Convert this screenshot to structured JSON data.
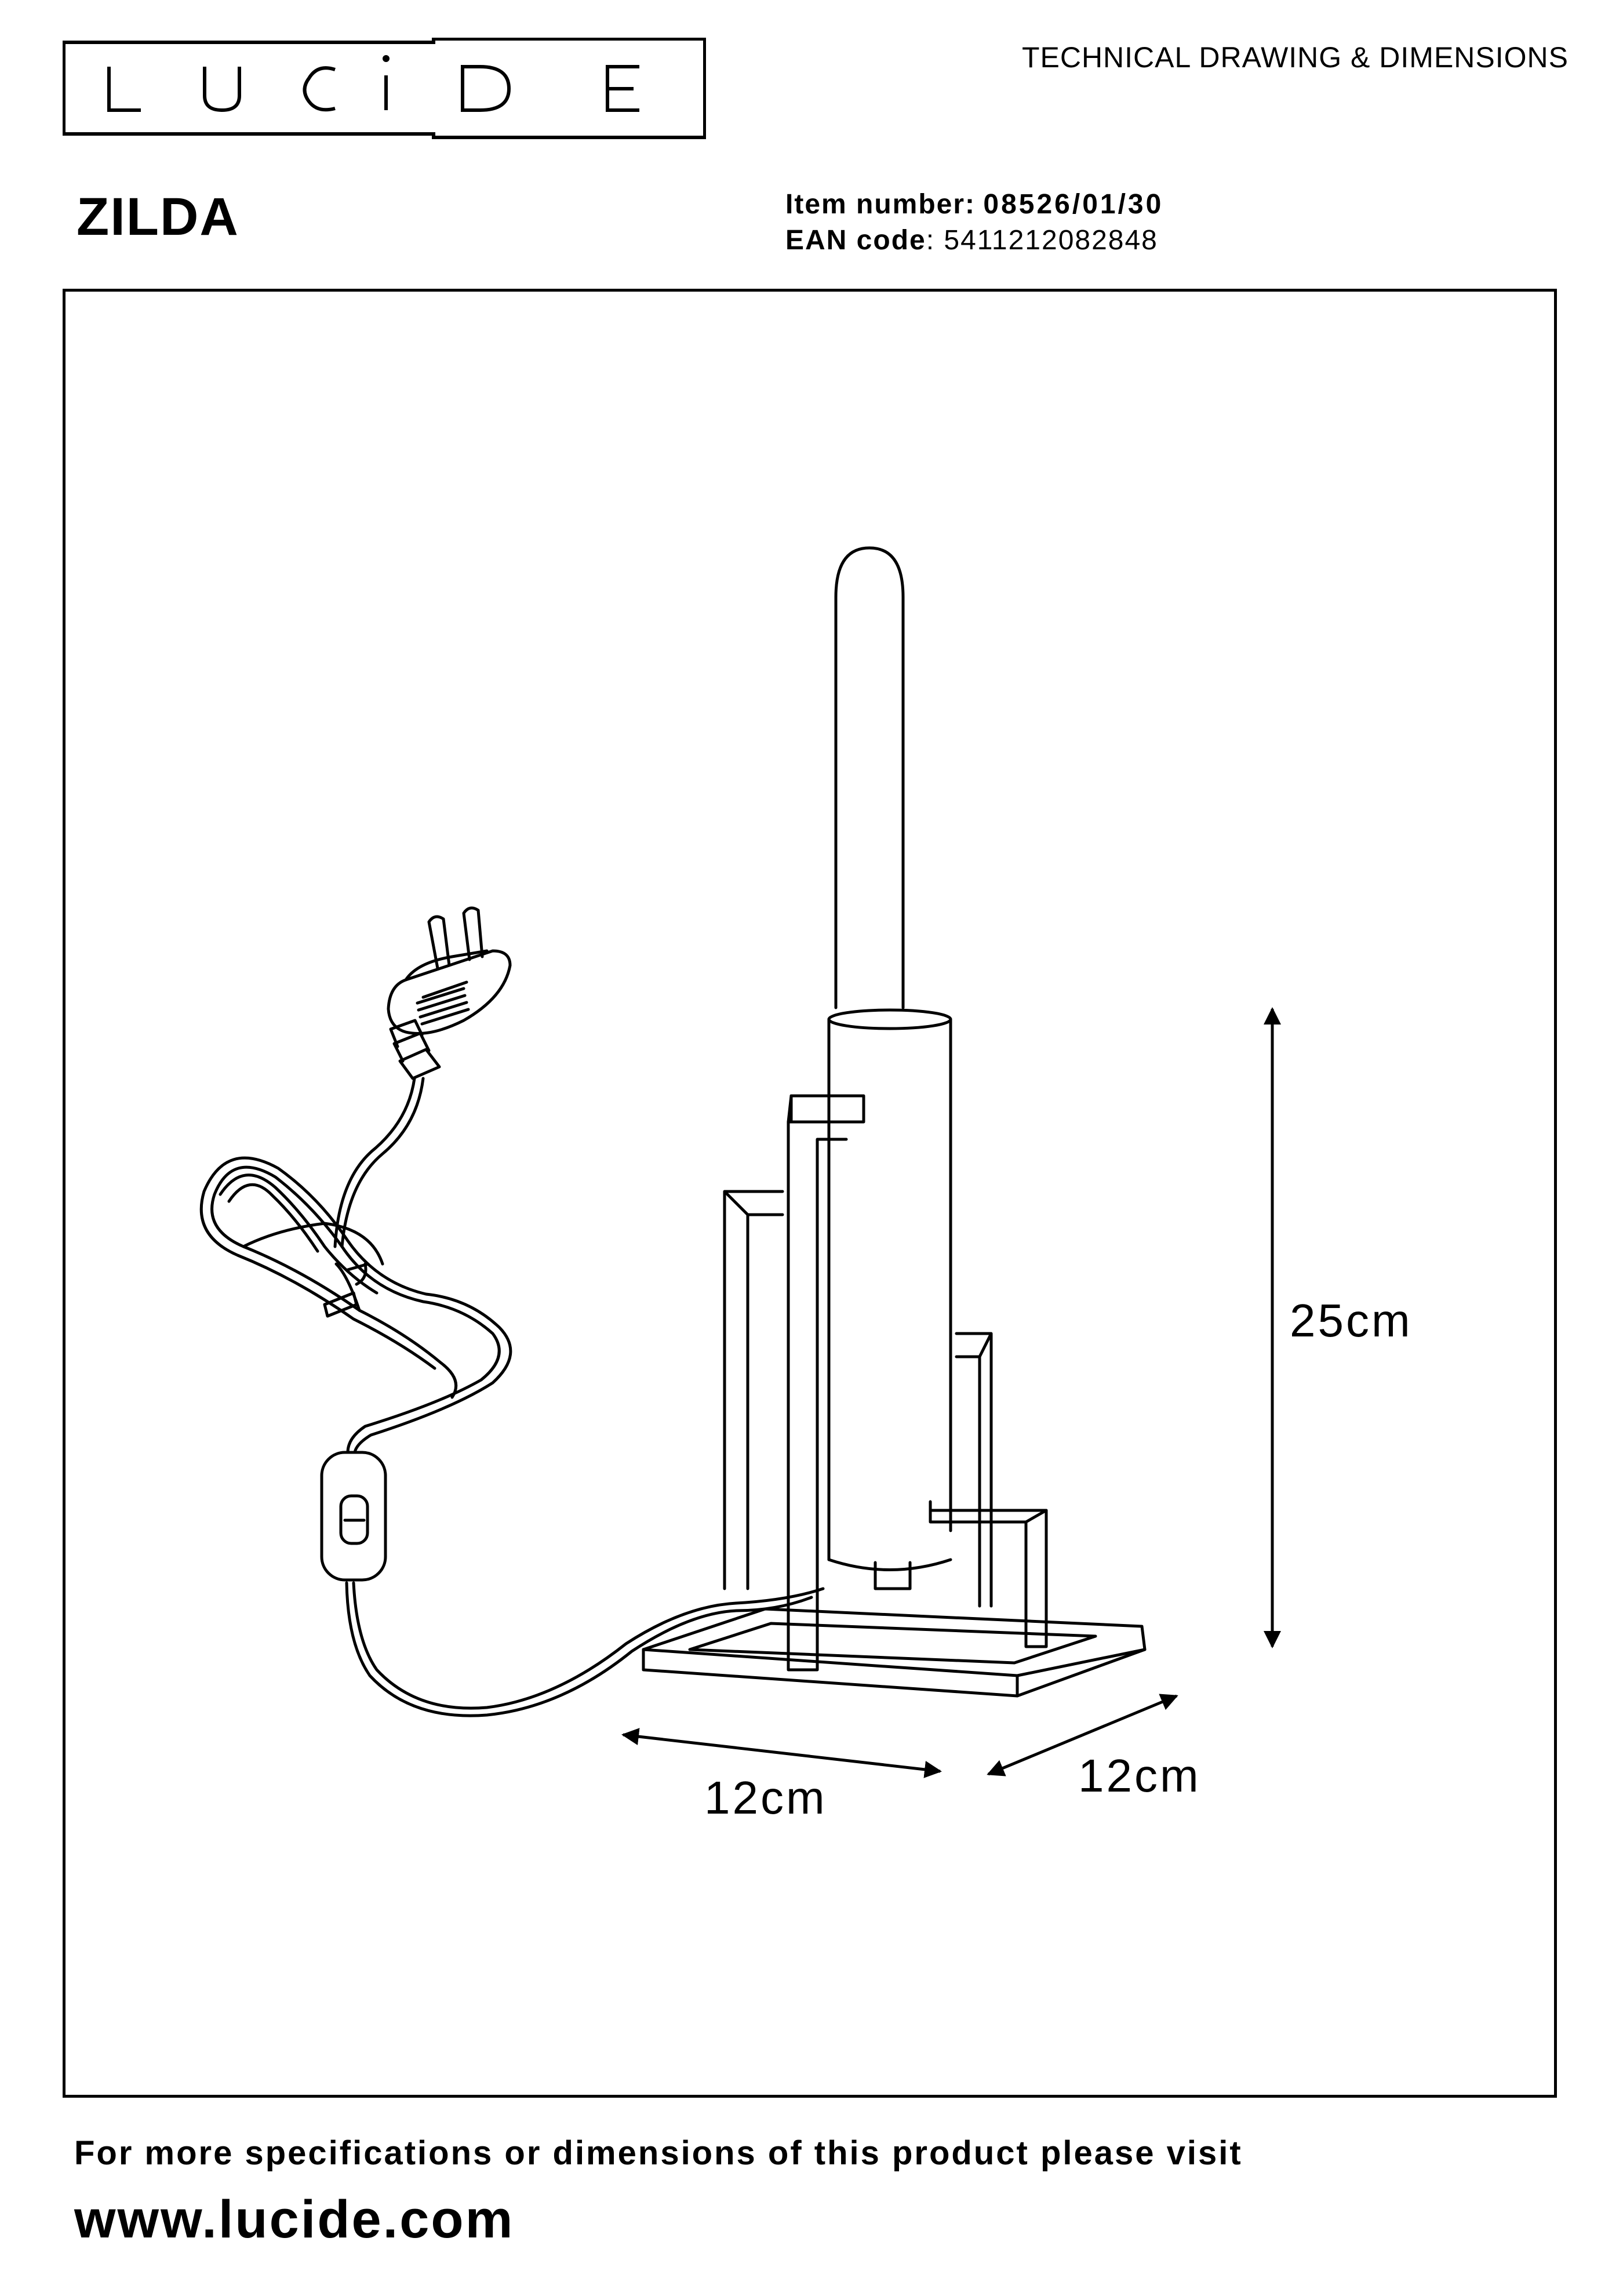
{
  "brand": {
    "name": "LUCIDE"
  },
  "header": {
    "doc_type": "TECHNICAL DRAWING & DIMENSIONS",
    "product_name": "ZILDA",
    "item_label": "Item number:",
    "item_value": "08526/01/30",
    "ean_label": "EAN code",
    "ean_value": ": 5411212082848"
  },
  "dimensions": {
    "height": "25cm",
    "width": "12cm",
    "depth": "12cm"
  },
  "footer": {
    "text": "For more specifications or dimensions of this product please visit",
    "url": "www.lucide.com"
  }
}
